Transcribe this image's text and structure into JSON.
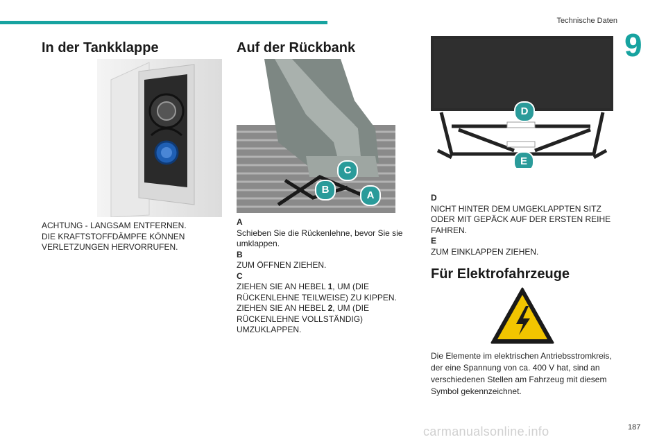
{
  "header": {
    "section_title": "Technische Daten",
    "chapter": "9"
  },
  "col1": {
    "heading": "In der Tankklappe",
    "lines": [
      "ACHTUNG - LANGSAM ENTFERNEN.",
      "DIE KRAFTSTOFFDÄMPFE KÖNNEN",
      "VERLETZUNGEN HERVORRUFEN."
    ]
  },
  "col2": {
    "heading": "Auf der Rückbank",
    "callouts": [
      "C",
      "B",
      "A"
    ],
    "label_a": "A",
    "a_lines": [
      "Schieben Sie die Rückenlehne, bevor Sie sie",
      "umklappen."
    ],
    "label_b": "B",
    "b_line": "ZUM ÖFFNEN ZIEHEN.",
    "label_c": "C",
    "c_line1_pre": "ZIEHEN SIE AN HEBEL ",
    "c_line1_num": "1",
    "c_line1_post": ", UM (DIE",
    "c_line2": "RÜCKENLEHNE TEILWEISE) ZU KIPPEN.",
    "c_line3_pre": "ZIEHEN SIE AN HEBEL ",
    "c_line3_num": "2",
    "c_line3_post": ", UM (DIE",
    "c_line4": "RÜCKENLEHNE VOLLSTÄNDIG) UMZUKLAPPEN."
  },
  "col3": {
    "callouts": [
      "D",
      "E"
    ],
    "label_d": "D",
    "d_lines": [
      "NICHT HINTER DEM UMGEKLAPPTEN SITZ",
      "ODER MIT GEPÄCK AUF DER ERSTEN REIHE",
      "FAHREN."
    ],
    "label_e": "E",
    "e_line": "ZUM EINKLAPPEN ZIEHEN.",
    "heading": "Für Elektrofahrzeuge",
    "body_lines": [
      "Die Elemente im elektrischen Antriebsstromkreis,",
      "der eine Spannung von ca. 400 V hat, sind an",
      "verschiedenen Stellen am Fahrzeug mit diesem",
      "Symbol gekennzeichnet."
    ]
  },
  "footer": {
    "page_number": "187",
    "watermark": "carmanualsonline.info"
  },
  "colors": {
    "accent": "#17a3a0",
    "callout": "#2a9b9a",
    "warning_yellow": "#f2c500"
  }
}
